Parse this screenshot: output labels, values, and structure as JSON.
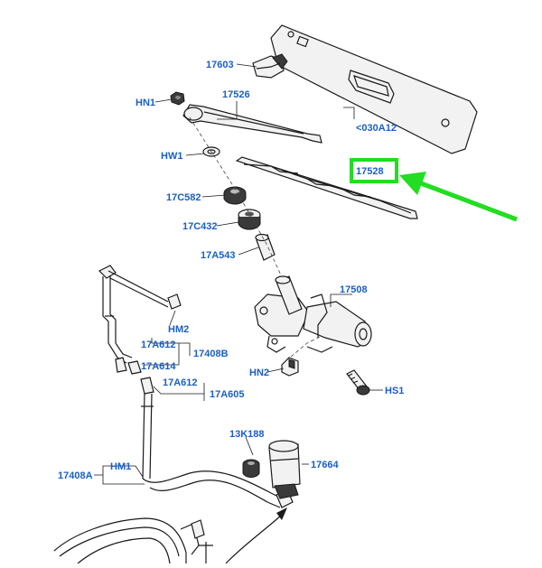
{
  "diagram": {
    "labels": {
      "l17603": "17603",
      "l030A12": "<030A12",
      "lHN1": "HN1",
      "l17526": "17526",
      "lHW1": "HW1",
      "l17528": "17528",
      "l17C582": "17C582",
      "l17C432": "17C432",
      "l17A543": "17A543",
      "l17508": "17508",
      "lHM2": "HM2",
      "l17A612a": "17A612",
      "l17408B": "17408B",
      "l17A614": "17A614",
      "lHN2": "HN2",
      "lHS1": "HS1",
      "l17A612b": "17A612",
      "l17A605": "17A605",
      "l13K188": "13K188",
      "l17664": "17664",
      "l17408A": "17408A",
      "lHM1": "HM1"
    },
    "colors": {
      "label": "#1a5fc4",
      "highlight": "#22dd22",
      "line": "#1a1a1a"
    }
  }
}
